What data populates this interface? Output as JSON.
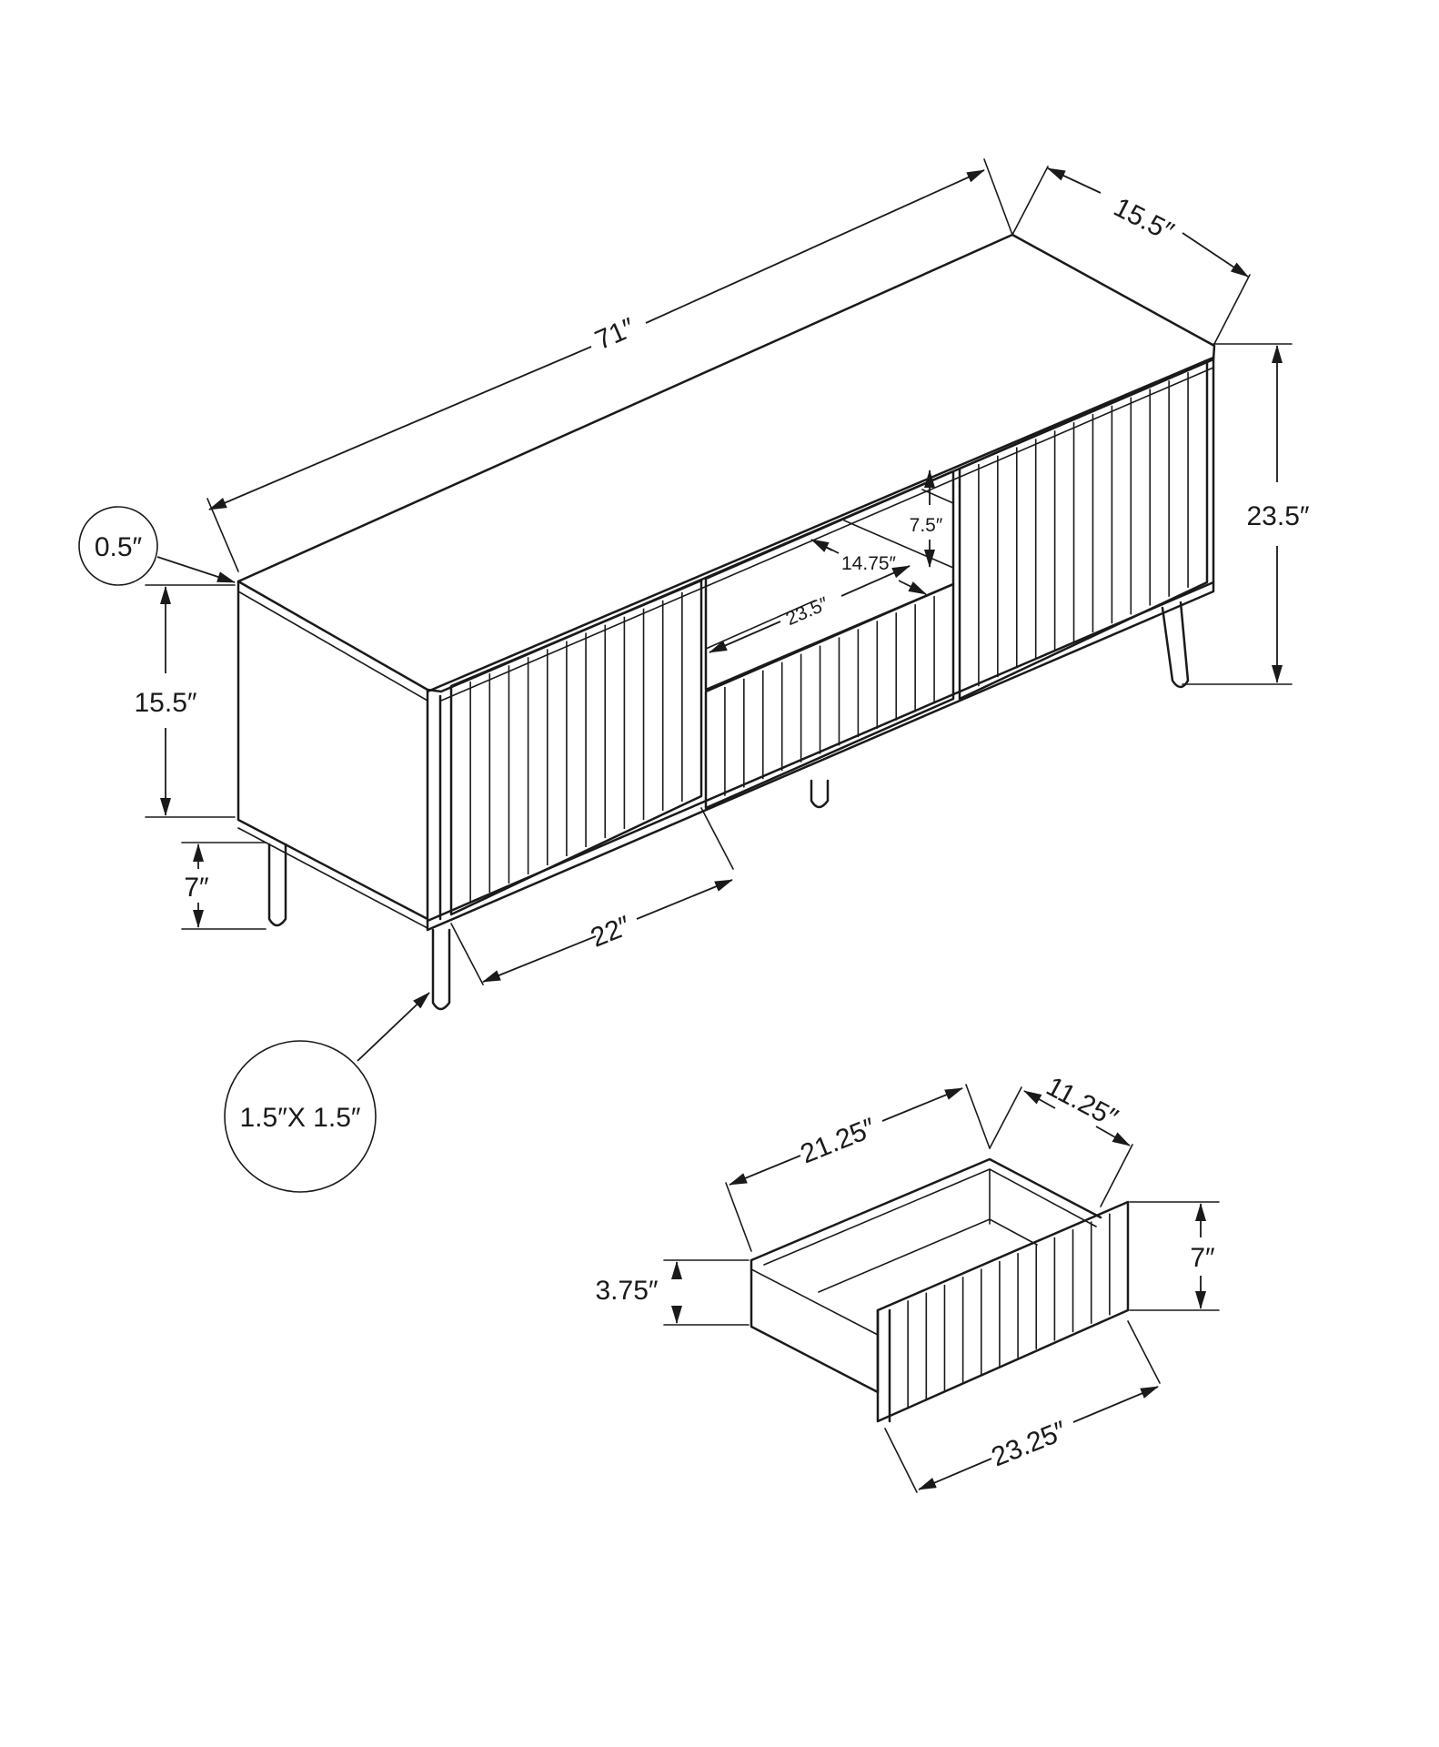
{
  "dimensions": {
    "overall_length": "71″",
    "overall_depth": "15.5″",
    "overall_height": "23.5″",
    "top_thickness": "0.5″",
    "cabinet_height": "15.5″",
    "leg_height": "7″",
    "leg_section": "1.5″X 1.5″",
    "door_width": "22″",
    "shelf_height": "7.5″",
    "shelf_depth": "14.75″",
    "shelf_width": "23.5″"
  },
  "drawer": {
    "width_inner": "21.25″",
    "depth": "11.25″",
    "front_height": "7″",
    "box_height": "3.75″",
    "front_width": "23.25″"
  },
  "colors": {
    "line": "#1a1a1a",
    "background": "#ffffff"
  }
}
